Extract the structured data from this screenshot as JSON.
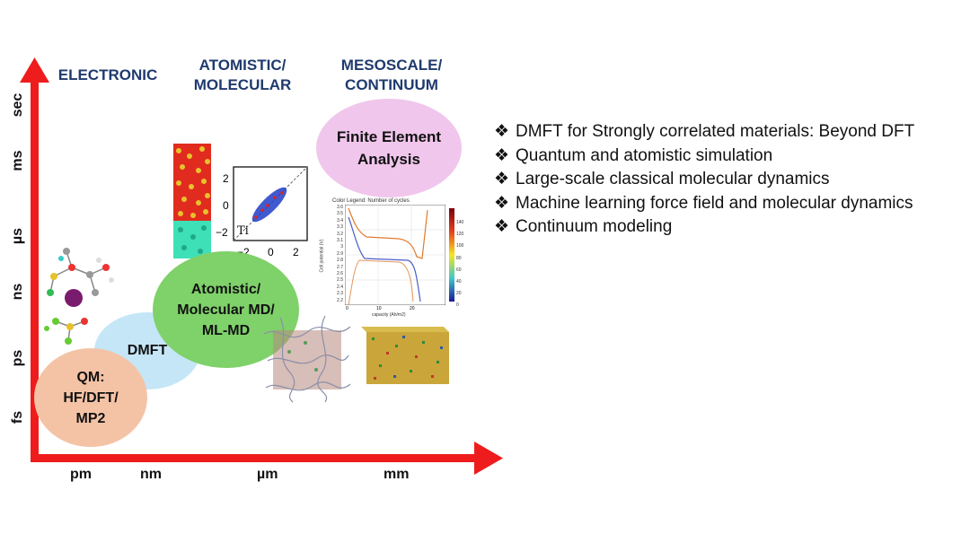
{
  "categories": {
    "electronic": "ELECTRONIC",
    "atomistic_line1": "ATOMISTIC/",
    "atomistic_line2": "MOLECULAR",
    "mesoscale_line1": "MESOSCALE/",
    "mesoscale_line2": "CONTINUUM"
  },
  "y_axis_ticks": [
    "sec",
    "ms",
    "µs",
    "ns",
    "ps",
    "fs"
  ],
  "x_axis_ticks": [
    "pm",
    "nm",
    "µm",
    "mm"
  ],
  "ellipses": {
    "qm": [
      "QM:",
      "HF/DFT/",
      "MP2"
    ],
    "dmft": [
      "DMFT"
    ],
    "md": [
      "Atomistic/",
      "Molecular MD/",
      "ML-MD"
    ],
    "fea": [
      "Finite Element",
      "Analysis"
    ]
  },
  "parity_plot": {
    "label": "Ti",
    "y_ticks": [
      "2",
      "0",
      "−2"
    ],
    "x_ticks": [
      "−2",
      "0",
      "2"
    ]
  },
  "battery_plot": {
    "title": "Color Legend: Number of cycles",
    "ylabel": "Cell potential (V)",
    "xlabel": "capacity (Ah/m2)",
    "y_ticks": [
      "3.6",
      "3.5",
      "3.4",
      "3.3",
      "3.2",
      "3.1",
      "3",
      "2.9",
      "2.8",
      "2.7",
      "2.6",
      "2.5",
      "2.4",
      "2.3",
      "2.2"
    ],
    "x_ticks": [
      "0",
      "10",
      "20"
    ],
    "colorbar_ticks": [
      "140",
      "120",
      "100",
      "80",
      "60",
      "40",
      "20",
      "0"
    ]
  },
  "bullets": [
    "DMFT for Strongly correlated materials: Beyond DFT",
    "Quantum and atomistic simulation",
    "Large-scale classical molecular dynamics",
    "Machine learning force field and molecular dynamics",
    "Continuum modeling"
  ],
  "bullet_symbol": "❖",
  "colors": {
    "axis": "#ee1c1c",
    "category": "#1f3a6e",
    "qm_fill": "#f4c3a6",
    "dmft_fill": "#c5e6f7",
    "md_fill": "#7fd16a",
    "fea_fill": "#f0c6ec"
  }
}
